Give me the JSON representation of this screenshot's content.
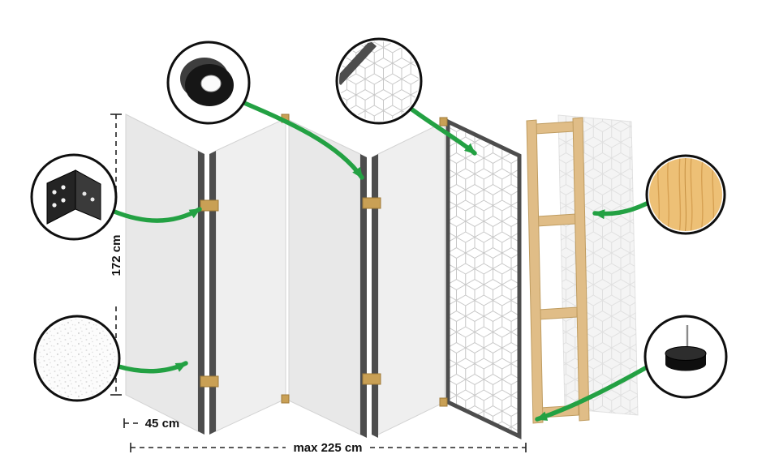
{
  "diagram": {
    "type": "room-divider-assembly-diagram",
    "labels": {
      "height": "172 cm",
      "panel_width": "45 cm",
      "max_width": "max 225 cm"
    },
    "callouts": [
      {
        "name": "corner-bracket"
      },
      {
        "name": "black-tape-roll"
      },
      {
        "name": "geometric-pattern-closeup"
      },
      {
        "name": "pine-wood-texture"
      },
      {
        "name": "fleece-texture"
      },
      {
        "name": "felt-pad-with-pin"
      }
    ],
    "colors": {
      "arrow_green": "#23a143",
      "panel_light": "#e8e8e8",
      "panel_lighter": "#efefef",
      "edge_dark": "#4d4d4d",
      "hinge_wood": "#c9a055",
      "frame_wood": "#e0bd87",
      "pattern_line": "#c7c7c7",
      "dimension_line": "#222222"
    }
  }
}
